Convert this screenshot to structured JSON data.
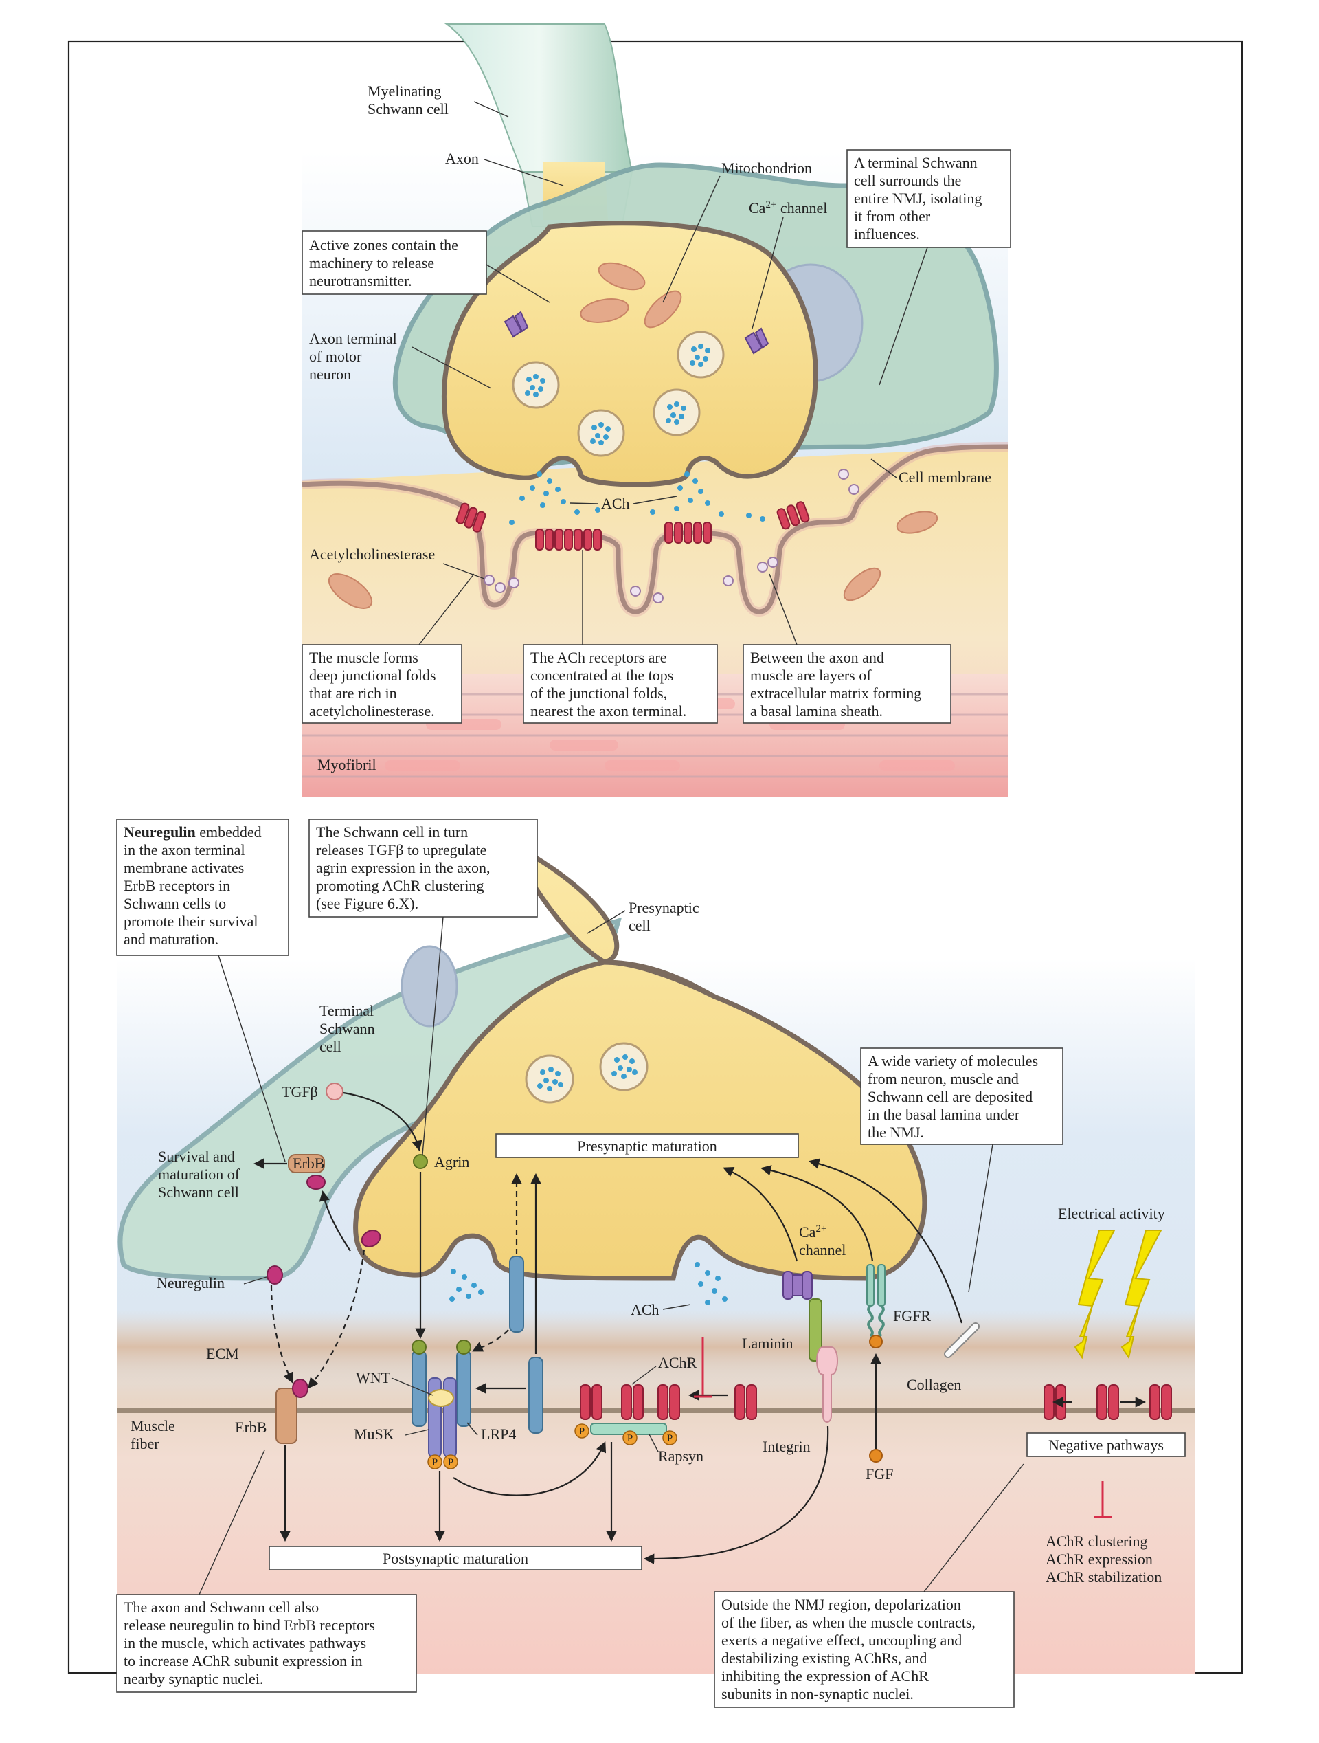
{
  "top": {
    "myelinating": [
      "Myelinating",
      "Schwann cell"
    ],
    "axon": "Axon",
    "mitochondrion": "Mitochondrion",
    "ca_channel": "Ca2+ channel",
    "active_zones_box": [
      "Active zones contain the",
      "machinery to release",
      "neurotransmitter."
    ],
    "terminal_schwann_box": [
      "A terminal Schwann",
      "cell surrounds the",
      "entire NMJ, isolating",
      "it from other",
      "influences."
    ],
    "axon_terminal": [
      "Axon terminal",
      "of motor",
      "neuron"
    ],
    "cell_membrane": "Cell membrane",
    "ach": "ACh",
    "acetylcholinesterase": "Acetylcholinesterase",
    "muscle_folds_box": [
      "The muscle forms",
      "deep junctional folds",
      "that are rich in",
      "acetylcholinesterase."
    ],
    "ach_receptors_box": [
      "The ACh receptors are",
      "concentrated at the tops",
      "of the junctional folds,",
      "nearest the axon terminal."
    ],
    "basal_lamina_box": [
      "Between the axon and",
      "muscle are layers of",
      "extracellular matrix forming",
      "a basal lamina sheath."
    ],
    "myofibril": "Myofibril"
  },
  "bottom": {
    "neuregulin_box": [
      "Neuregulin",
      " embedded",
      "in the axon terminal",
      "membrane activates",
      "ErbB receptors in",
      "Schwann cells to",
      "promote their survival",
      "and maturation."
    ],
    "tgf_box": [
      "The Schwann cell in turn",
      "releases TGFβ to upregulate",
      "agrin expression in the axon,",
      "promoting AChR clustering",
      "(see Figure 6.X)."
    ],
    "presynaptic_cell": [
      "Presynaptic",
      "cell"
    ],
    "terminal_schwann": [
      "Terminal",
      "Schwann",
      "cell"
    ],
    "tgfb": "TGFβ",
    "agrin": "Agrin",
    "erbb_top": "ErbB",
    "survival": [
      "Survival and",
      "maturation of",
      "Schwann cell"
    ],
    "presynaptic_maturation": "Presynaptic maturation",
    "wide_variety_box": [
      "A wide variety of molecules",
      "from neuron, muscle and",
      "Schwann cell are deposited",
      "in the basal lamina under",
      "the NMJ."
    ],
    "electrical_activity": "Electrical activity",
    "ca_channel": [
      "Ca2+",
      "channel"
    ],
    "neuregulin": "Neuregulin",
    "ach": "ACh",
    "fgfr": "FGFR",
    "ecm": "ECM",
    "laminin": "Laminin",
    "achr": "AChR",
    "wnt": "WNT",
    "collagen": "Collagen",
    "muscle_fiber": [
      "Muscle",
      "fiber"
    ],
    "erbb_bottom": "ErbB",
    "musk": "MuSK",
    "lrp4": "LRP4",
    "rapsyn": "Rapsyn",
    "integrin": "Integrin",
    "fgf": "FGF",
    "negative_pathways": "Negative pathways",
    "p": "P",
    "postsynaptic_maturation": "Postsynaptic maturation",
    "achr_effects": [
      "AChR clustering",
      "AChR expression",
      "AChR stabilization"
    ],
    "axon_schwann_box": [
      "The axon and Schwann cell also",
      "release neuregulin to bind ErbB receptors",
      "in the muscle, which activates pathways",
      "to increase AChR subunit expression in",
      "nearby synaptic nuclei."
    ],
    "outside_nmj_box": [
      "Outside the NMJ region, depolarization",
      "of the fiber, as when the muscle contracts,",
      "exerts a negative effect, uncoupling and",
      "destabilizing existing AChRs, and",
      "inhibiting the expression of AChR",
      "subunits in non-synaptic nuclei."
    ]
  },
  "colors": {
    "axon_yellow": "#f3d77a",
    "schwann_green": "#b9d8c8",
    "muscle_peach": "#f6dfb0",
    "achr_red": "#d6405a",
    "vesicle_blue": "#3a9ed0",
    "erbb_tan": "#d9a27a",
    "neuregulin_magenta": "#c2357a",
    "myofibril_pink": "#f2b3b0",
    "lightning_yellow": "#f4e300"
  }
}
